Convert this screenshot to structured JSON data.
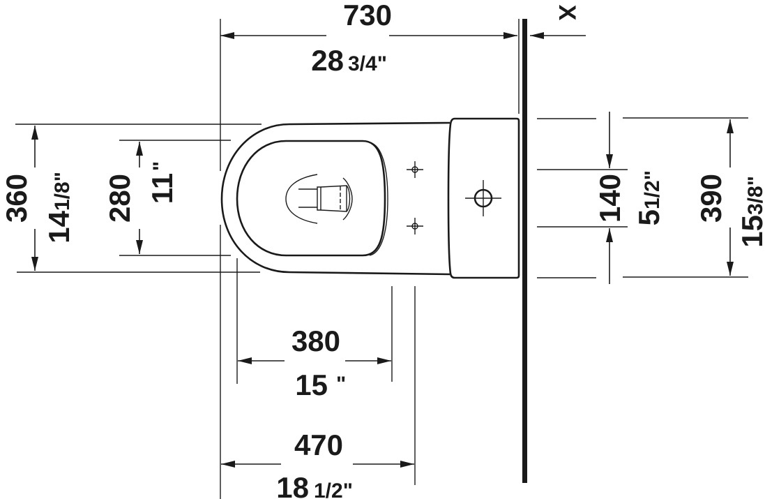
{
  "drawing": {
    "title": "Toilet top view dimension drawing",
    "units": [
      "mm",
      "inch"
    ],
    "wall_marker": "X",
    "colors": {
      "ink": "#1a1a1a",
      "background": "#ffffff"
    }
  },
  "dimensions": {
    "overall_length": {
      "mm": "730",
      "inch_whole": "28",
      "inch_frac": "3/4\""
    },
    "overall_width": {
      "mm": "360",
      "inch_whole": "14",
      "inch_frac": "1/8\""
    },
    "seat_width": {
      "mm": "280",
      "inch_whole": "11",
      "inch_frac": "\""
    },
    "tank_connection_spacing": {
      "mm": "140",
      "inch_whole": "5",
      "inch_frac": "1/2\""
    },
    "tank_width": {
      "mm": "390",
      "inch_whole": "15",
      "inch_frac": "3/8\""
    },
    "bowl_seat_length": {
      "mm": "380",
      "inch_whole": "15",
      "inch_frac": "\""
    },
    "front_to_fixing": {
      "mm": "470",
      "inch_whole": "18",
      "inch_frac": "1/2\""
    }
  }
}
